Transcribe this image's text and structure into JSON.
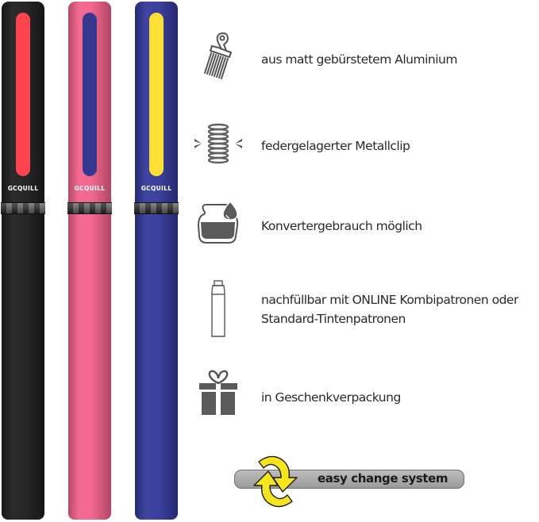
{
  "pens": [
    {
      "name": "black-pen",
      "body_color": "#1e1e1e",
      "stripe_color": "#ff4450",
      "brand": "GCQUILL"
    },
    {
      "name": "pink-pen",
      "body_color": "#f2618a",
      "stripe_color": "#35388e",
      "brand": "GCQUILL"
    },
    {
      "name": "blue-pen",
      "body_color": "#33399a",
      "stripe_color": "#fde033",
      "brand": "GCQUILL"
    }
  ],
  "features": [
    {
      "icon": "comb-icon",
      "label": "aus matt gebürstetem Aluminium"
    },
    {
      "icon": "spring-icon",
      "label": "federgelagerter Metallclip"
    },
    {
      "icon": "ink-bottle-icon",
      "label": "Konvertergebrauch möglich"
    },
    {
      "icon": "ink-cartridge-icon",
      "label": "nachfüllbar mit ONLINE Kombipatronen oder",
      "label2": "Standard-Tintenpatronen"
    },
    {
      "icon": "gift-icon",
      "label": "in Geschenkverpackung"
    }
  ],
  "badge": {
    "icon": "rotate-arrows-icon",
    "label": "easy change system",
    "arrow_color": "#f5e61c",
    "bar_color": "#a8a8a8"
  }
}
